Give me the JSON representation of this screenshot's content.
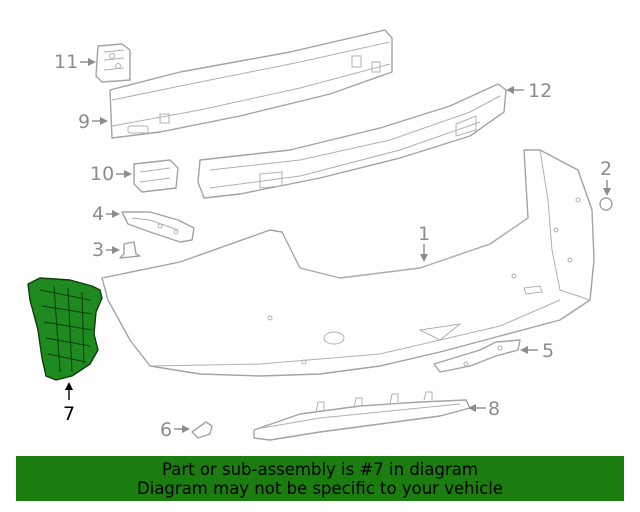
{
  "diagram": {
    "callouts": [
      {
        "id": "1",
        "label": "1"
      },
      {
        "id": "2",
        "label": "2"
      },
      {
        "id": "3",
        "label": "3"
      },
      {
        "id": "4",
        "label": "4"
      },
      {
        "id": "5",
        "label": "5"
      },
      {
        "id": "6",
        "label": "6"
      },
      {
        "id": "7",
        "label": "7"
      },
      {
        "id": "8",
        "label": "8"
      },
      {
        "id": "9",
        "label": "9"
      },
      {
        "id": "10",
        "label": "10"
      },
      {
        "id": "11",
        "label": "11"
      },
      {
        "id": "12",
        "label": "12"
      }
    ],
    "highlighted_part": "7",
    "highlight_color": "#1f8a1f",
    "line_color": "#a3a3a3"
  },
  "banner": {
    "line1": "Part or sub-assembly is #7 in diagram",
    "line2": "Diagram may not be specific to your vehicle",
    "background": "#1b7c10"
  }
}
